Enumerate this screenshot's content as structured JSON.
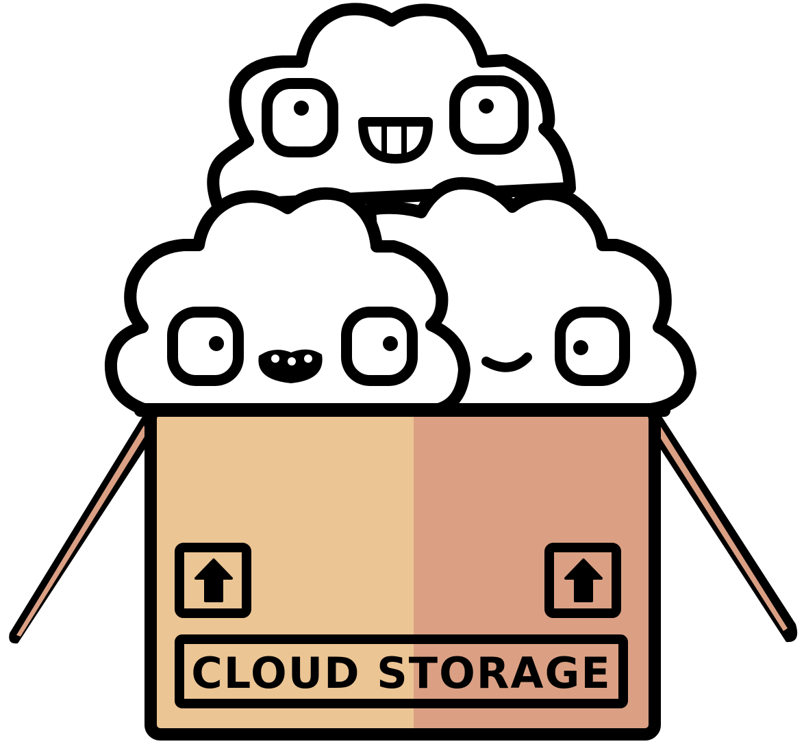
{
  "illustration": {
    "title": "Cloud storage box with three cartoon clouds",
    "box_label": "CLOUD STORAGE",
    "colors": {
      "outline": "#000000",
      "cloud_fill": "#ffffff",
      "box_left": "#ecc594",
      "box_right": "#dba084",
      "flap_stripe": "#dba084",
      "background": "#ffffff"
    },
    "icons": [
      "up-arrow-icon-left",
      "up-arrow-icon-right"
    ],
    "clouds": [
      {
        "name": "top-cloud",
        "expression": "toothy grin"
      },
      {
        "name": "left-cloud",
        "expression": "open mouth with teeth"
      },
      {
        "name": "right-cloud",
        "expression": "smile"
      }
    ]
  }
}
